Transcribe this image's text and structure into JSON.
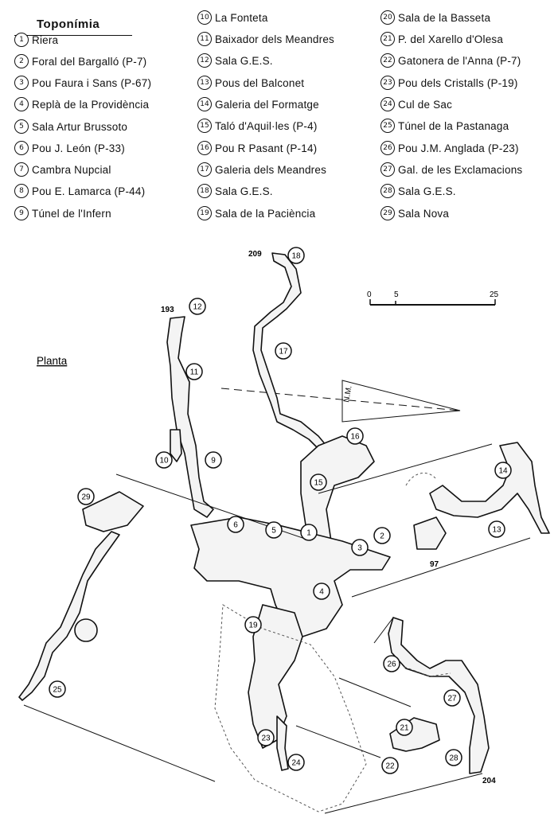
{
  "legend": {
    "title": "Toponímia",
    "items": [
      {
        "num": "1",
        "label": "Riera"
      },
      {
        "num": "2",
        "label": "Foral del Bargalló (P-7)"
      },
      {
        "num": "3",
        "label": "Pou Faura i Sans (P-67)"
      },
      {
        "num": "4",
        "label": "Replà de la Providència"
      },
      {
        "num": "5",
        "label": "Sala Artur Brussoto"
      },
      {
        "num": "6",
        "label": "Pou J. León (P-33)"
      },
      {
        "num": "7",
        "label": "Cambra Nupcial"
      },
      {
        "num": "8",
        "label": "Pou E. Lamarca (P-44)"
      },
      {
        "num": "9",
        "label": "Túnel de l'Infern"
      },
      {
        "num": "10",
        "label": "La Fonteta"
      },
      {
        "num": "11",
        "label": "Baixador dels Meandres"
      },
      {
        "num": "12",
        "label": "Sala G.E.S."
      },
      {
        "num": "13",
        "label": "Pous del Balconet"
      },
      {
        "num": "14",
        "label": "Galeria del Formatge"
      },
      {
        "num": "15",
        "label": "Taló d'Aquil·les (P-4)"
      },
      {
        "num": "16",
        "label": "Pou R Pasant (P-14)"
      },
      {
        "num": "17",
        "label": "Galeria dels Meandres"
      },
      {
        "num": "18",
        "label": "Sala G.E.S."
      },
      {
        "num": "19",
        "label": "Sala de la Paciència"
      },
      {
        "num": "20",
        "label": "Sala de la Basseta"
      },
      {
        "num": "21",
        "label": "P. del Xarello d'Olesa"
      },
      {
        "num": "22",
        "label": "Gatonera de l'Anna (P-7)"
      },
      {
        "num": "23",
        "label": "Pou dels Cristalls (P-19)"
      },
      {
        "num": "24",
        "label": "Cul de Sac"
      },
      {
        "num": "25",
        "label": "Túnel de la Pastanaga"
      },
      {
        "num": "26",
        "label": "Pou J.M. Anglada (P-23)"
      },
      {
        "num": "27",
        "label": "Gal. de les Exclamacions"
      },
      {
        "num": "28",
        "label": "Sala G.E.S."
      },
      {
        "num": "29",
        "label": "Sala Nova"
      }
    ]
  },
  "map": {
    "view_label": "Planta",
    "north_label": "N.M.",
    "scale": {
      "ticks": [
        "0",
        "5",
        "25"
      ]
    },
    "elevations": [
      "209",
      "193",
      "97",
      "204"
    ],
    "markers": [
      "18",
      "17",
      "12",
      "11",
      "10",
      "9",
      "16",
      "15",
      "14",
      "13",
      "29",
      "6",
      "5",
      "1",
      "2",
      "3",
      "4",
      "19",
      "26",
      "27",
      "21",
      "22",
      "23",
      "24",
      "28",
      "25"
    ]
  }
}
